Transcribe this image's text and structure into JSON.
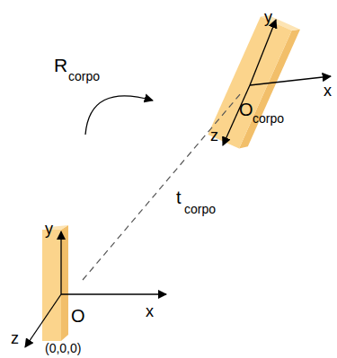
{
  "diagram": {
    "labels": [
      "R",
      "corpo",
      "y",
      "x",
      "z",
      "O",
      "corpo",
      "t",
      "corpo",
      "y",
      "x",
      "z",
      "O",
      "(0,0,0)"
    ]
  }
}
